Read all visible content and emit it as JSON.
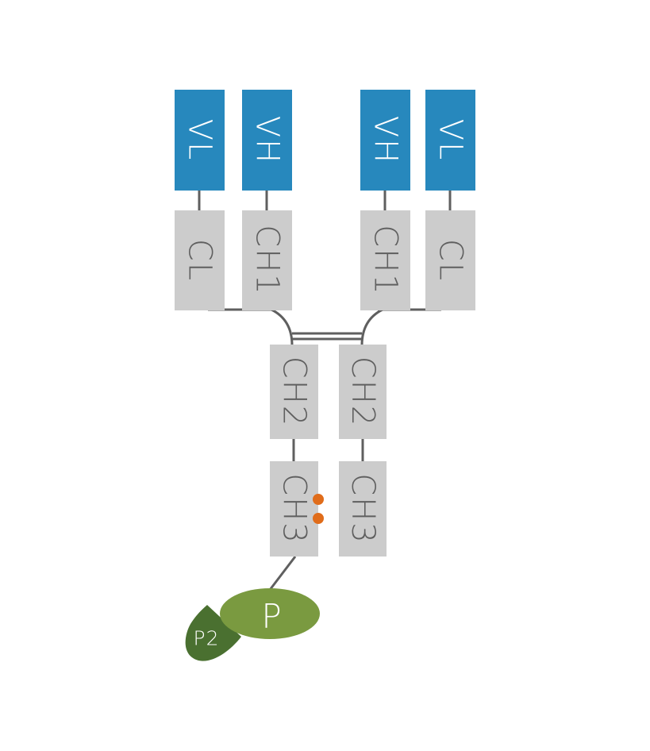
{
  "colors": {
    "variable": "#2788bd",
    "constant": "#cccccc",
    "line": "#5f5f5f",
    "dot": "#e06c1a",
    "payload": "#7a9a40",
    "payload2": "#4a7030"
  },
  "variable_domains": [
    "VL",
    "VH",
    "VH",
    "VL"
  ],
  "constant_domains_1": [
    "CL",
    "CH1",
    "CH1",
    "CL"
  ],
  "ch2": [
    "CH2",
    "CH2"
  ],
  "ch3": [
    "CH3",
    "CH3"
  ],
  "payload": "P",
  "payload2": "P2"
}
